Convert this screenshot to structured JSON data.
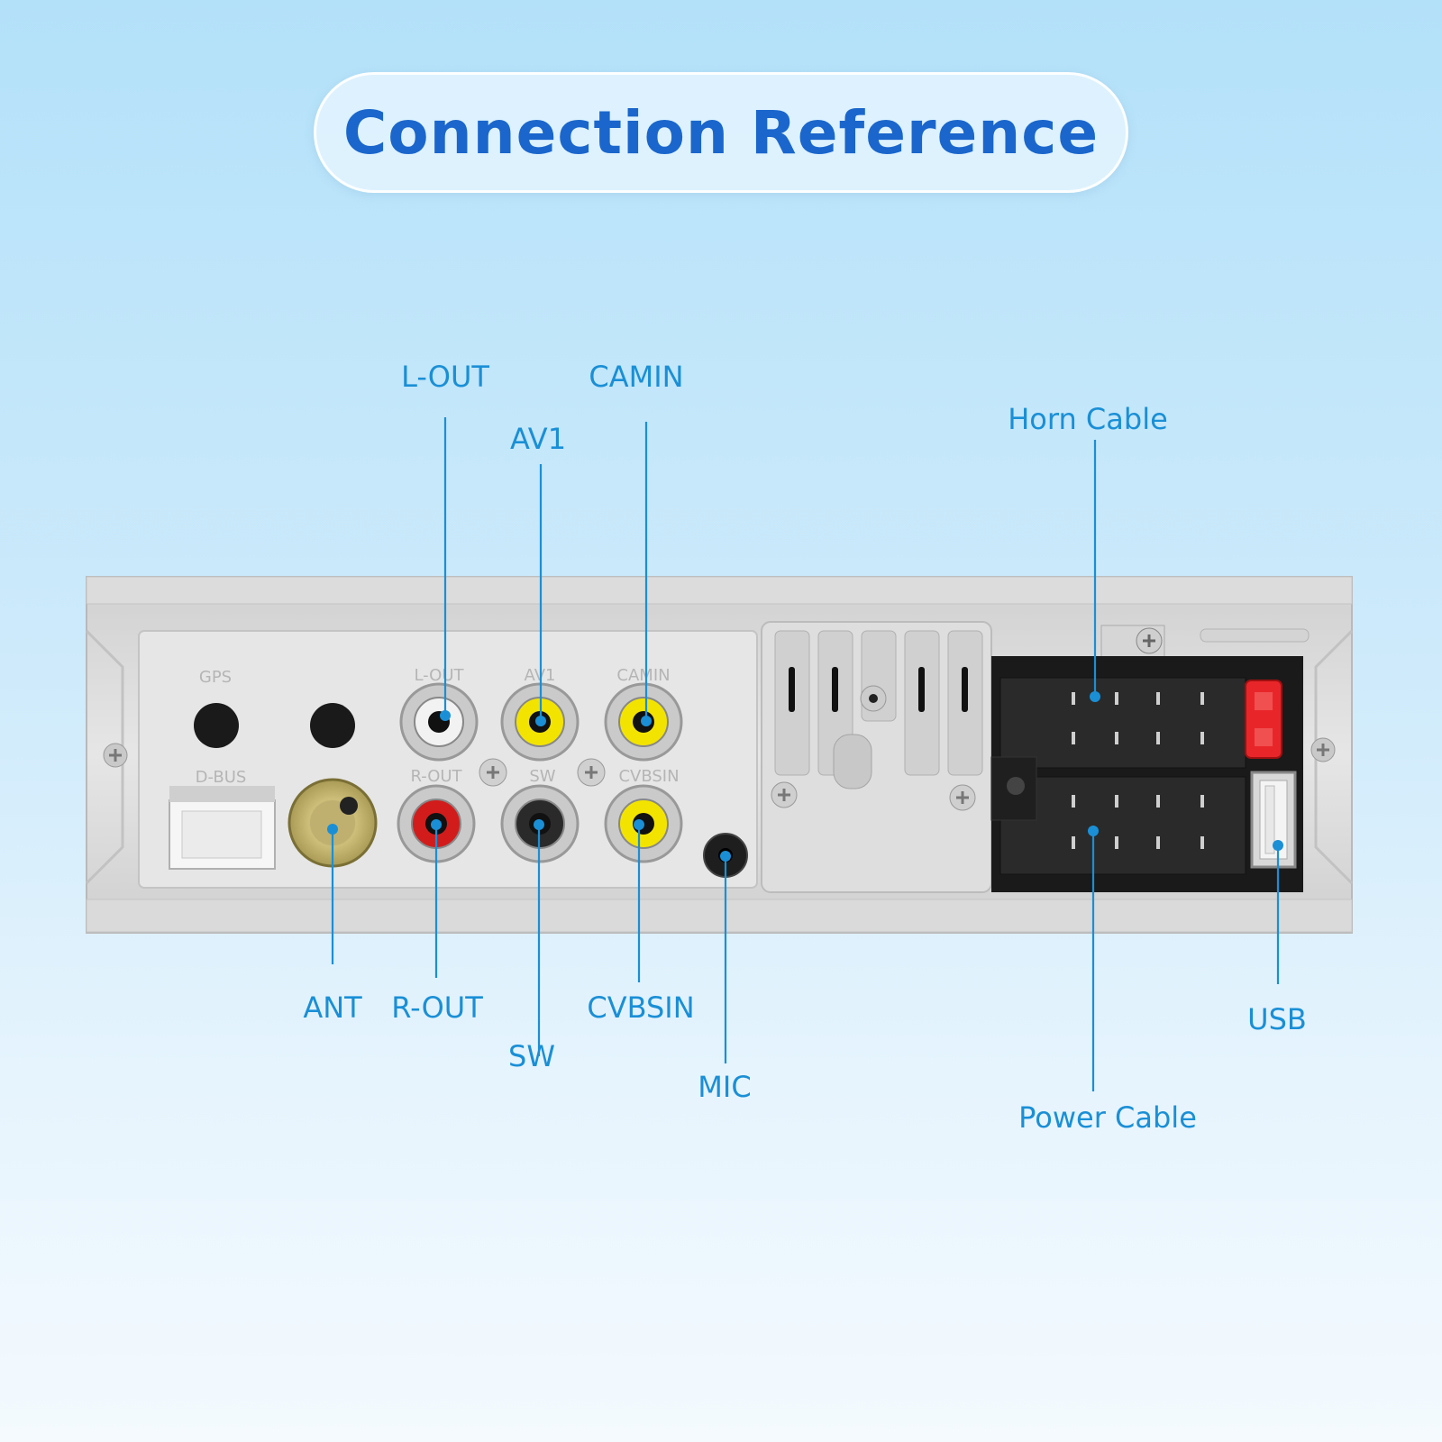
{
  "title": "Connection Reference",
  "colors": {
    "title_text": "#1a66cc",
    "label_text": "#1a8fd6",
    "leader_line": "#1a8fd6",
    "panel": "#e2e2e2",
    "connector_black": "#1a1a1a",
    "rca_white": "#f2f2f2",
    "rca_yellow": "#f3e400",
    "rca_red": "#d21c1c",
    "fuse": "#e8262a"
  },
  "callouts": {
    "l_out": "L-OUT",
    "camin": "CAMIN",
    "av1": "AV1",
    "horn_cable": "Horn Cable",
    "ant": "ANT",
    "r_out": "R-OUT",
    "cvbsin": "CVBSIN",
    "sw": "SW",
    "mic": "MIC",
    "usb": "USB",
    "power_cable": "Power Cable"
  },
  "panel_print": {
    "gps": "GPS",
    "d_bus": "D-BUS",
    "l_out": "L-OUT",
    "av1": "AV1",
    "camin": "CAMIN",
    "r_out": "R-OUT",
    "sw": "SW",
    "cvbsin": "CVBSIN"
  }
}
